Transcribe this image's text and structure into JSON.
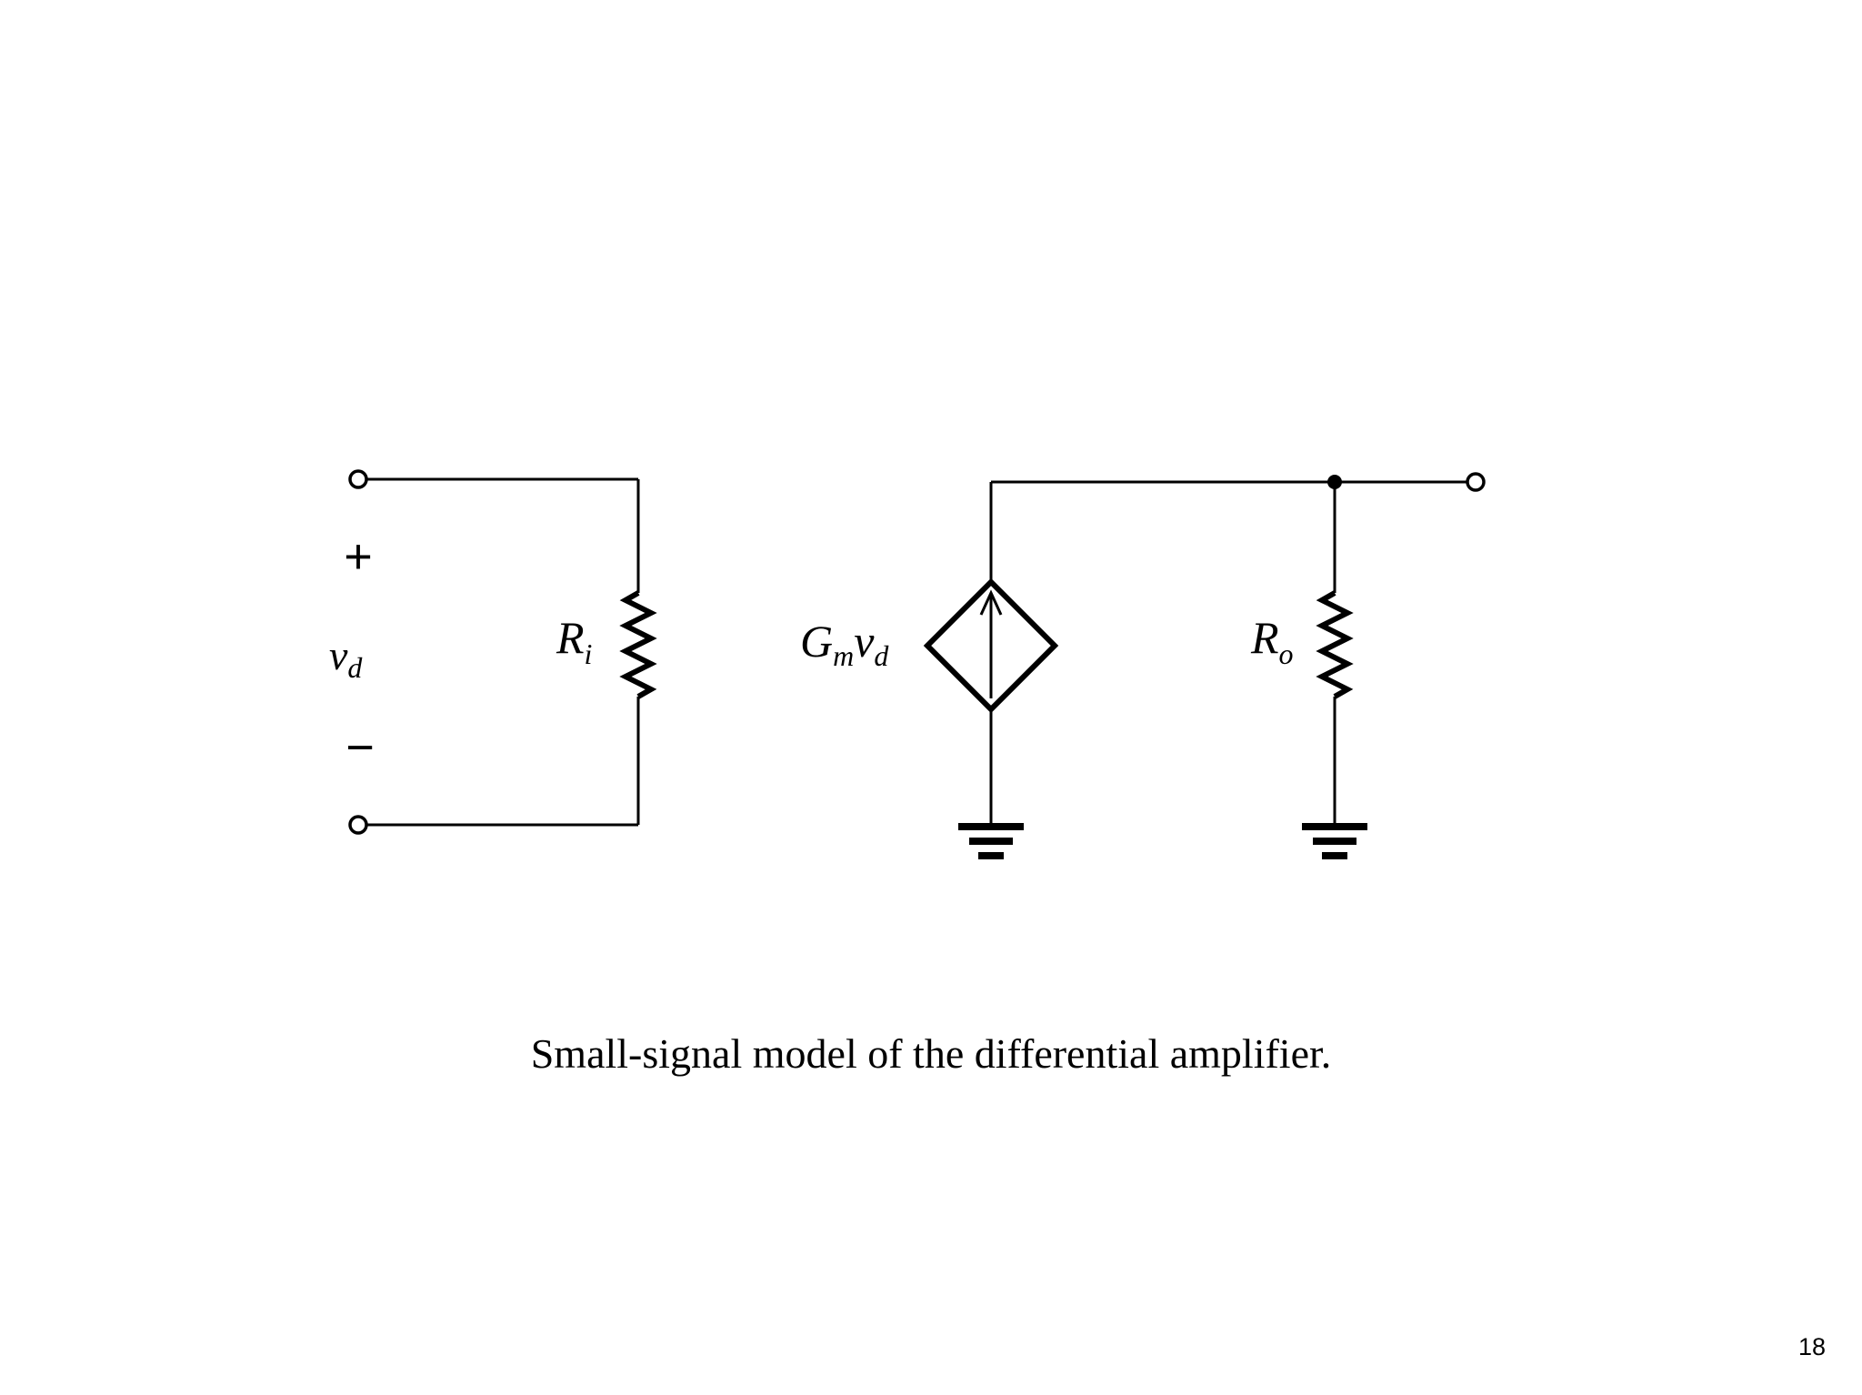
{
  "diagram": {
    "input_voltage": {
      "base": "v",
      "sub": "d"
    },
    "input_plus": "+",
    "input_minus": "−",
    "input_resistor": {
      "base": "R",
      "sub": "i"
    },
    "dependent_source": {
      "base": "G",
      "sub1": "m",
      "mid": "v",
      "sub2": "d"
    },
    "output_resistor": {
      "base": "R",
      "sub": "o"
    }
  },
  "caption": "Small-signal model of the differential amplifier.",
  "page_number": "18"
}
